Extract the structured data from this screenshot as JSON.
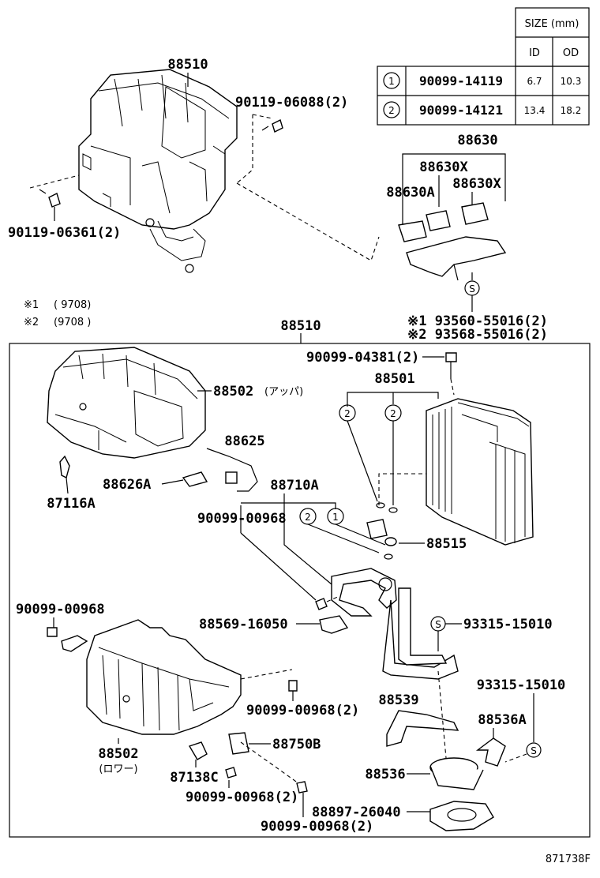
{
  "table": {
    "header": "SIZE (mm)",
    "col_id": "ID",
    "col_od": "OD",
    "rows": [
      {
        "no": "1",
        "part": "90099-14119",
        "id": "6.7",
        "od": "10.3"
      },
      {
        "no": "2",
        "part": "90099-14121",
        "id": "13.4",
        "od": "18.2"
      }
    ]
  },
  "notes": {
    "note1_mark": "※1",
    "note1_range": "(       9708)",
    "note2_mark": "※2",
    "note2_range": "(9708        )"
  },
  "labels": {
    "p88510_top": "88510",
    "p90119_06088": "90119-06088(2)",
    "p90119_06361": "90119-06361(2)",
    "p88630": "88630",
    "p88630x_a": "88630X",
    "p88630a": "88630A",
    "p88630x_b": "88630X",
    "s_symbol": "S",
    "p93560": "※1 93560-55016(2)",
    "p93568": "※2 93568-55016(2)",
    "p88510_box": "88510",
    "p90099_04381": "90099-04381(2)",
    "p88501": "88501",
    "p88502_upper": "88502",
    "p88502_upper_note": "(アッパ)",
    "p88625": "88625",
    "p88626a": "88626A",
    "p87116a": "87116A",
    "p88710a": "88710A",
    "p90099_00968_a": "90099-00968",
    "p88515": "88515",
    "p90099_00968_b": "90099-00968",
    "p88569": "88569-16050",
    "p93315_a": "93315-15010",
    "p93315_b": "93315-15010",
    "p90099_00968_c": "90099-00968(2)",
    "p88539": "88539",
    "p88536a": "88536A",
    "p88502_lower": "88502",
    "p88502_lower_note": "(ロワー)",
    "p88750b": "88750B",
    "p88536": "88536",
    "p87138c": "87138C",
    "p90099_00968_d": "90099-00968(2)",
    "p88897": "88897-26040",
    "p90099_00968_e": "90099-00968(2)",
    "circle1": "1",
    "circle2": "2",
    "figure_code": "871738F"
  }
}
